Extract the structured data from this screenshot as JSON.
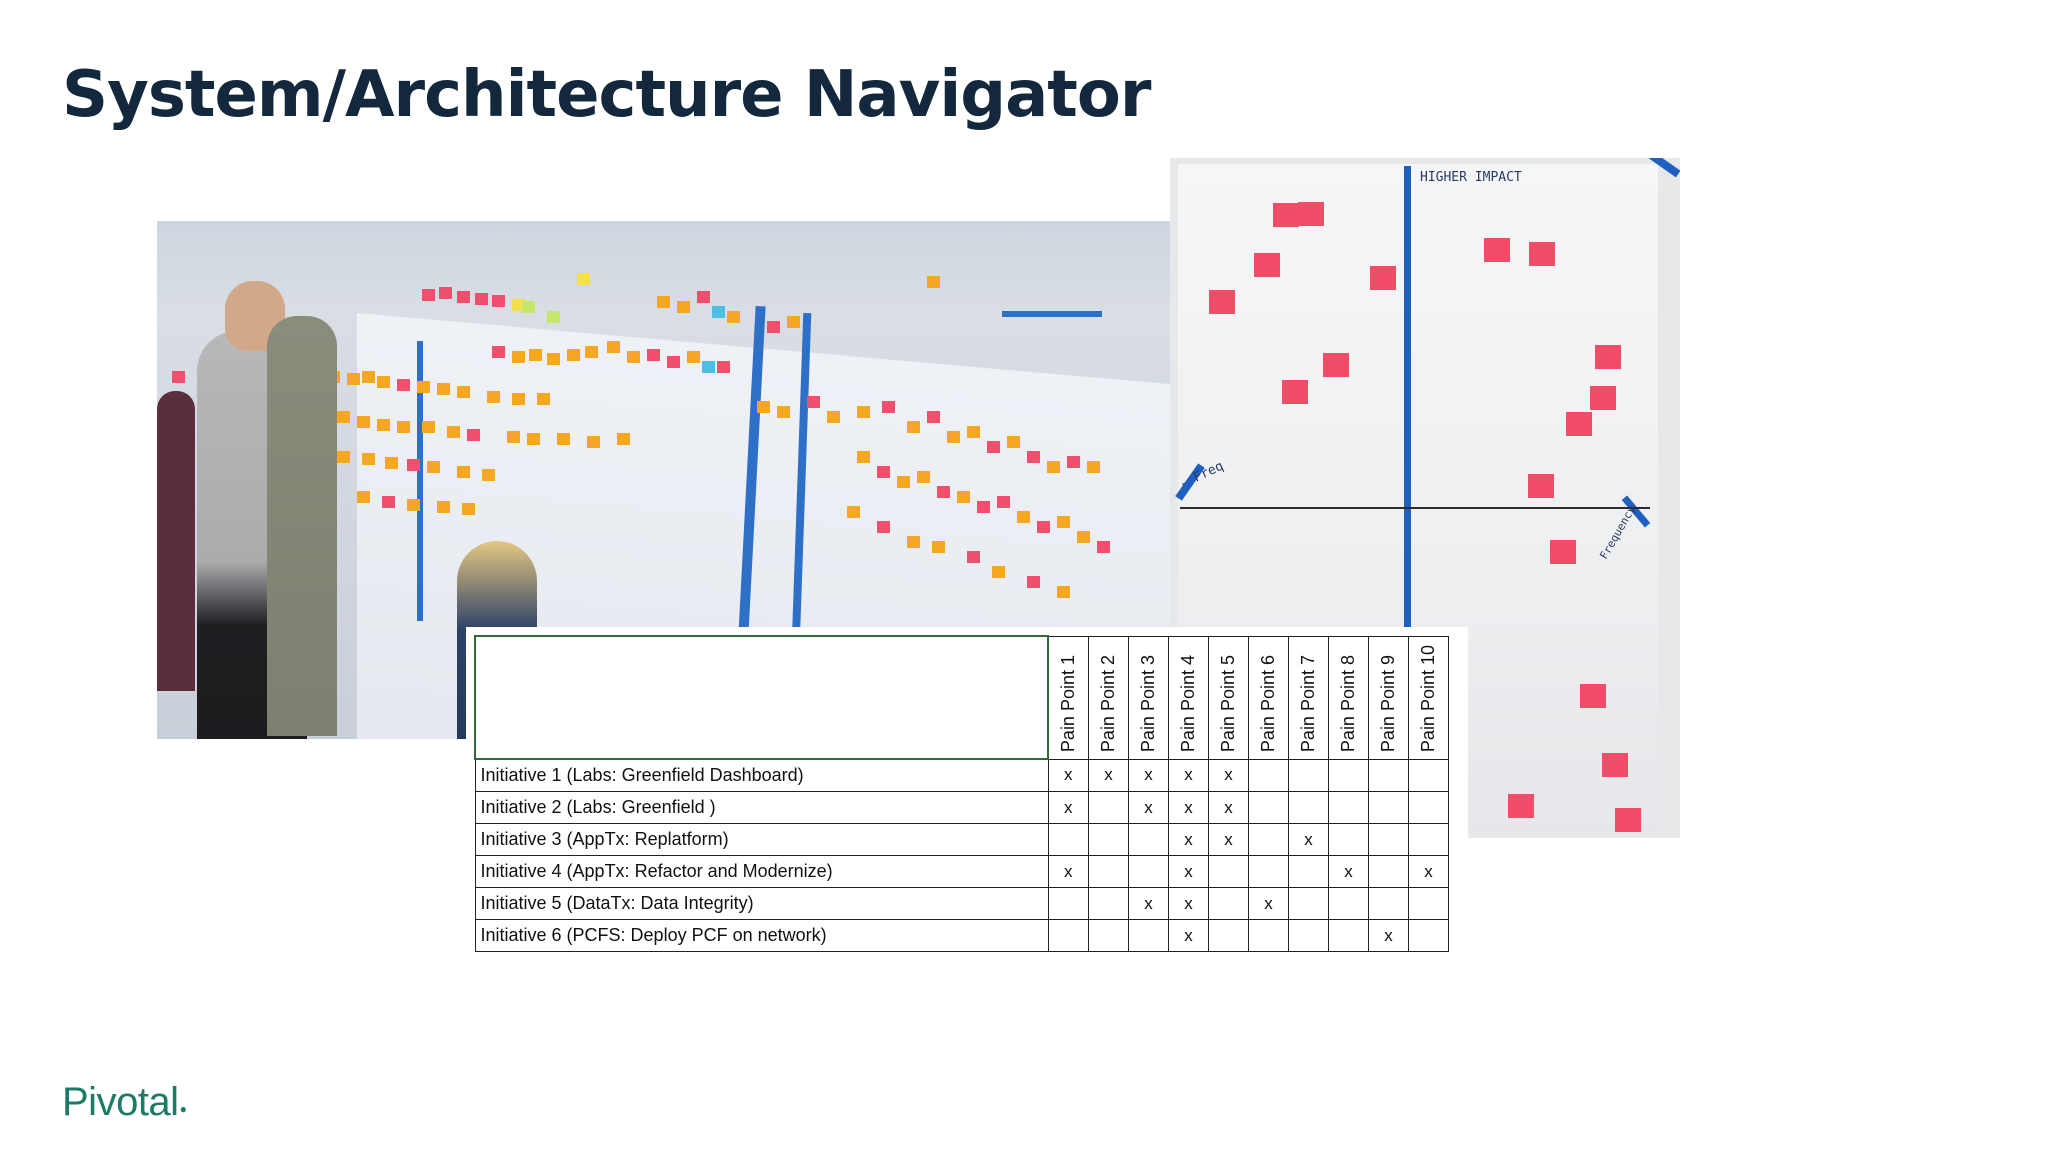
{
  "slide": {
    "title": "System/Architecture Navigator",
    "logo_text": "Pivotal",
    "title_color": "#13283c",
    "logo_color": "#1c7b66"
  },
  "board_photo": {
    "top_label": "HIGHER IMPACT",
    "left_label": "- Freq",
    "right_label": "Frequency",
    "note_color": "#f24d68",
    "tape_color": "#1f5fbf"
  },
  "wall_photo": {
    "note_colors": [
      "#f5a623",
      "#f04f6e",
      "#f4e04d",
      "#c6e86a",
      "#4fbde6"
    ],
    "tape_color": "#2e6fc7"
  },
  "matrix": {
    "columns": [
      "Pain Point 1",
      "Pain Point 2",
      "Pain Point 3",
      "Pain Point 4",
      "Pain Point 5",
      "Pain Point 6",
      "Pain Point 7",
      "Pain Point 8",
      "Pain Point 9",
      "Pain Point 10"
    ],
    "rows": [
      {
        "label": "Initiative 1 (Labs: Greenfield Dashboard)",
        "marks": [
          "x",
          "x",
          "x",
          "x",
          "x",
          "",
          "",
          "",
          "",
          ""
        ]
      },
      {
        "label": "Initiative 2 (Labs: Greenfield )",
        "marks": [
          "x",
          "",
          "x",
          "x",
          "x",
          "",
          "",
          "",
          "",
          ""
        ]
      },
      {
        "label": "Initiative 3 (AppTx: Replatform)",
        "marks": [
          "",
          "",
          "",
          "x",
          "x",
          "",
          "x",
          "",
          "",
          ""
        ]
      },
      {
        "label": "Initiative 4 (AppTx: Refactor and Modernize)",
        "marks": [
          "x",
          "",
          "",
          "x",
          "",
          "",
          "",
          "x",
          "",
          "x"
        ]
      },
      {
        "label": "Initiative 5 (DataTx: Data Integrity)",
        "marks": [
          "",
          "",
          "x",
          "x",
          "",
          "x",
          "",
          "",
          "",
          ""
        ]
      },
      {
        "label": "Initiative 6 (PCFS: Deploy PCF on network)",
        "marks": [
          "",
          "",
          "",
          "x",
          "",
          "",
          "",
          "",
          "x",
          ""
        ]
      }
    ]
  }
}
